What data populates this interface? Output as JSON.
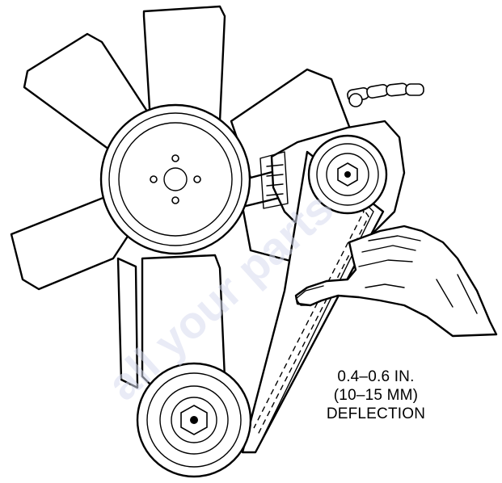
{
  "diagram": {
    "callout": {
      "line1": "0.4–0.6 IN.",
      "line2": "(10–15 MM)",
      "line3": "DEFLECTION"
    },
    "watermark": "all your parts"
  }
}
